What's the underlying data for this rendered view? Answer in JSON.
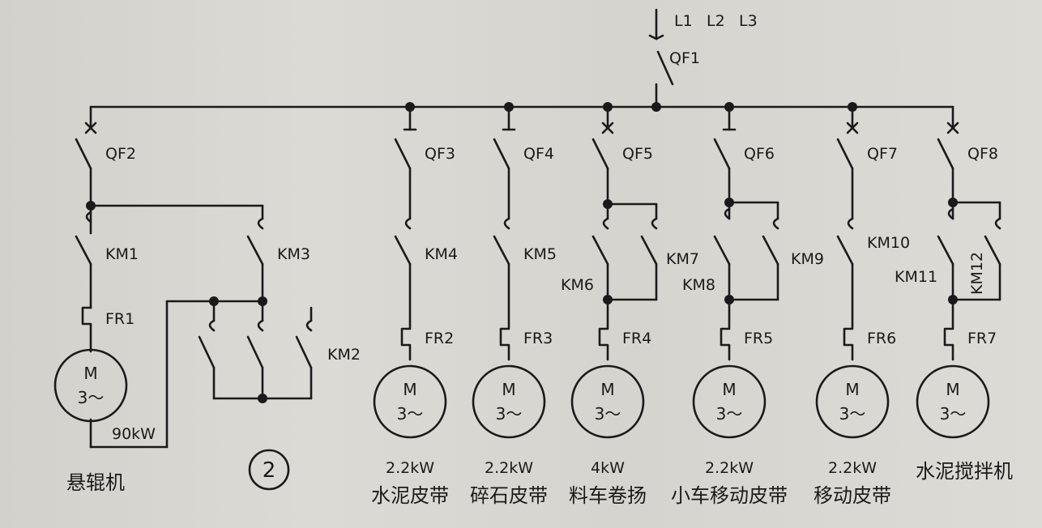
{
  "supply": {
    "phases": [
      "L1",
      "L2",
      "L3"
    ],
    "main_breaker": "QF1"
  },
  "motor_symbol": {
    "letter": "M",
    "phase": "3～"
  },
  "drawing_number": "2",
  "branch1": {
    "breaker": "QF2",
    "contactors": [
      "KM1",
      "KM3",
      "KM2"
    ],
    "overload": "FR1",
    "power": "90kW",
    "name": "悬辊机"
  },
  "branches": [
    {
      "breaker": "QF3",
      "contactor": "KM4",
      "overload": "FR2",
      "power": "2.2kW",
      "name": "水泥皮带"
    },
    {
      "breaker": "QF4",
      "contactor": "KM5",
      "overload": "FR3",
      "power": "2.2kW",
      "name": "碎石皮带"
    },
    {
      "breaker": "QF5",
      "contactors": [
        "KM6",
        "KM7"
      ],
      "overload": "FR4",
      "power": "4kW",
      "name": "料车卷扬"
    },
    {
      "breaker": "QF6",
      "contactors": [
        "KM8",
        "KM9"
      ],
      "overload": "FR5",
      "power": "2.2kW",
      "name": "小车移动皮带"
    },
    {
      "breaker": "QF7",
      "contactor": "KM10",
      "overload": "FR6",
      "power": "2.2kW",
      "name": "移动皮带"
    },
    {
      "breaker": "QF8",
      "contactors": [
        "KM11",
        "KM12"
      ],
      "overload": "FR7",
      "power": "",
      "name": "水泥搅拌机"
    }
  ]
}
